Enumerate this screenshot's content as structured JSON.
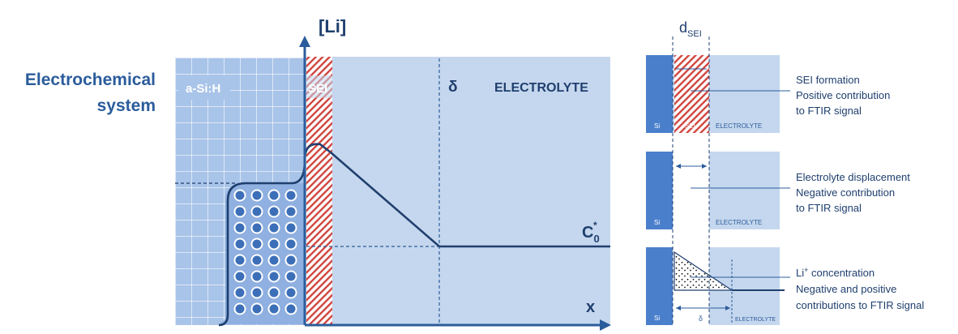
{
  "main": {
    "y_axis_label": "[Li]",
    "x_axis_label": "x",
    "system_label_line1": "Electrochemical",
    "system_label_line2": "system",
    "region_asi": "a-Si:H",
    "region_sei": "SEI",
    "delta_label": "δ",
    "region_electrolyte": "ELECTROLYTE",
    "c0_main": "C",
    "c0_sub": "0",
    "c0_sup": "*"
  },
  "right": {
    "dsei_main": "d",
    "dsei_sub": "SEI",
    "panel1": {
      "si": "Si",
      "sei": "SEI",
      "electrolyte": "ELECTROLYTE",
      "line1": "SEI formation",
      "line2": "Positive contribution",
      "line3": "to FTIR signal"
    },
    "panel2": {
      "si": "Si",
      "electrolyte": "ELECTROLYTE",
      "line1": "Electrolyte displacement",
      "line2": "Negative contribution",
      "line3": "to FTIR signal"
    },
    "panel3": {
      "si": "Si",
      "delta": "δ",
      "electrolyte": "ELECTROLYTE",
      "line1_main": "Li",
      "line1_sup": "+",
      "line1_rest": " concentration",
      "line2": "Negative and positive",
      "line3": "contributions  to FTIR signal"
    }
  },
  "colors": {
    "dark_blue": "#1f3f6e",
    "light_blue": "#c5d7ee",
    "medium_blue": "#a9c4e9",
    "si_blue": "#4a7fcc",
    "sei_red": "#d0453f",
    "label_blue": "#2b5c9c"
  }
}
